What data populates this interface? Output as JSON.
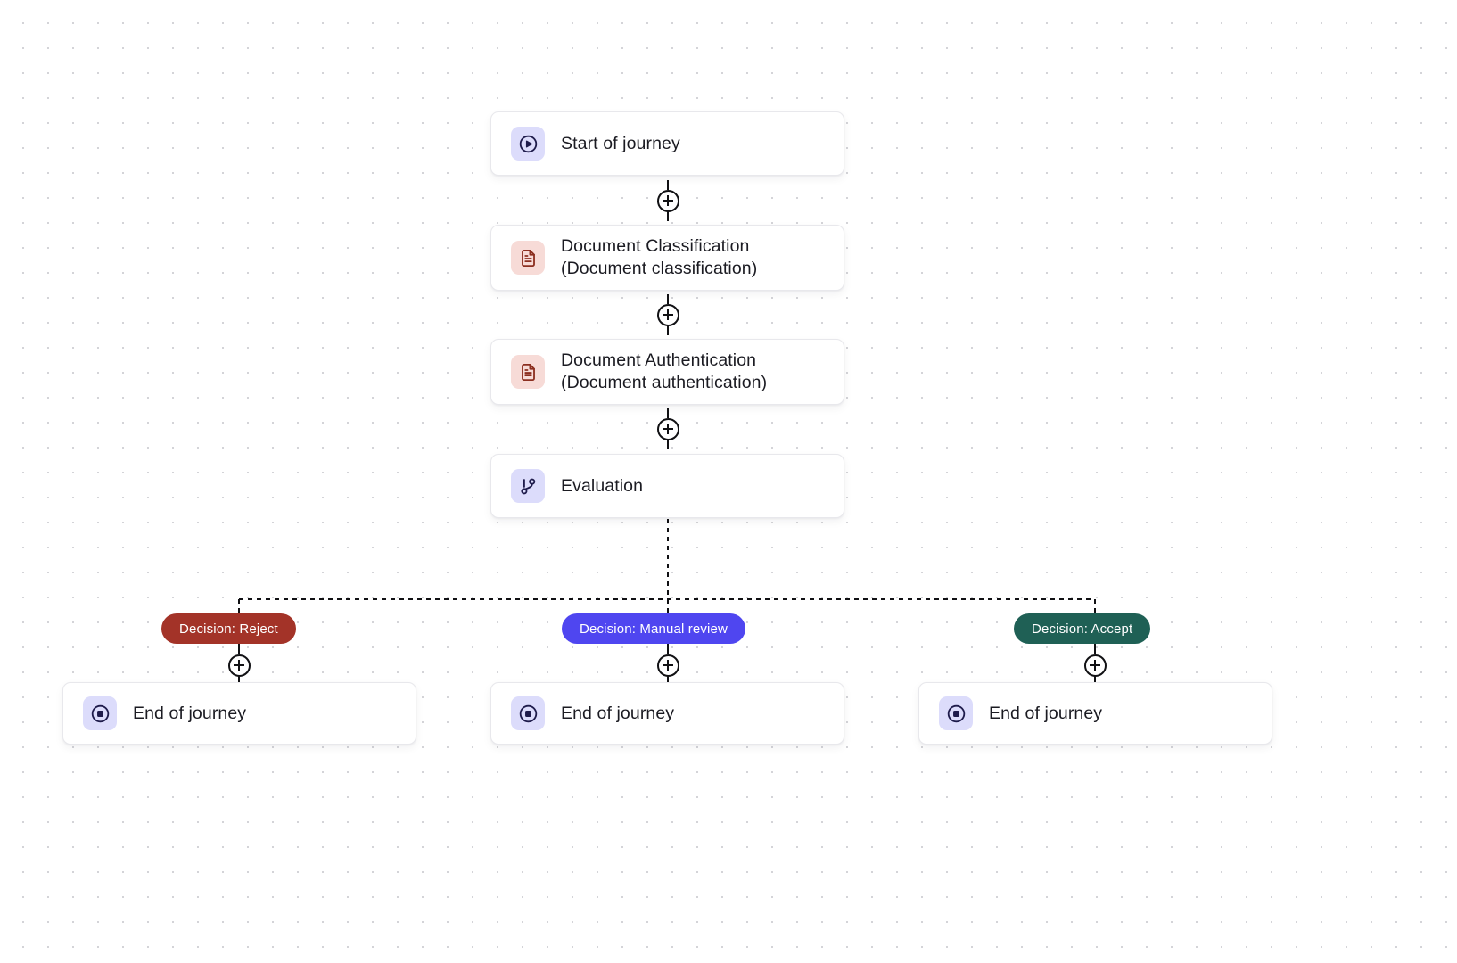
{
  "canvas": {
    "background_color": "#ffffff",
    "dot_color": "#d4d4d8",
    "edge_color": "#111114",
    "edge_style": "dashed"
  },
  "palette": {
    "card_bg": "#ffffff",
    "card_border": "#e8e8ec",
    "text": "#1b1b22",
    "icon_purple_bg": "#dcdcfb",
    "icon_purple_fg": "#1e1b4b",
    "icon_pink_bg": "#f7dbd7",
    "icon_pink_fg": "#8c2f20",
    "reject": "#a33328",
    "manual_review": "#4f46f0",
    "accept": "#1f6055"
  },
  "nodes": {
    "start": {
      "label": "Start of journey",
      "icon": "play-circle-icon"
    },
    "classification": {
      "label": "Document Classification\n(Document classification)",
      "icon": "file-text-icon"
    },
    "authentication": {
      "label": "Document Authentication\n(Document authentication)",
      "icon": "file-text-icon"
    },
    "evaluation": {
      "label": "Evaluation",
      "icon": "git-branch-icon"
    },
    "end_reject": {
      "label": "End of journey",
      "icon": "stop-circle-icon"
    },
    "end_manual": {
      "label": "End of journey",
      "icon": "stop-circle-icon"
    },
    "end_accept": {
      "label": "End of journey",
      "icon": "stop-circle-icon"
    }
  },
  "decisions": {
    "reject": {
      "label": "Decision: Reject",
      "color": "#a33328"
    },
    "manual_review": {
      "label": "Decision: Manual review",
      "color": "#4f46f0"
    },
    "accept": {
      "label": "Decision: Accept",
      "color": "#1f6055"
    }
  },
  "connectors": {
    "add_label": "+",
    "start_to_classification": "+",
    "classification_to_authentication": "+",
    "authentication_to_evaluation": "+",
    "reject_to_end": "+",
    "manual_to_end": "+",
    "accept_to_end": "+"
  }
}
